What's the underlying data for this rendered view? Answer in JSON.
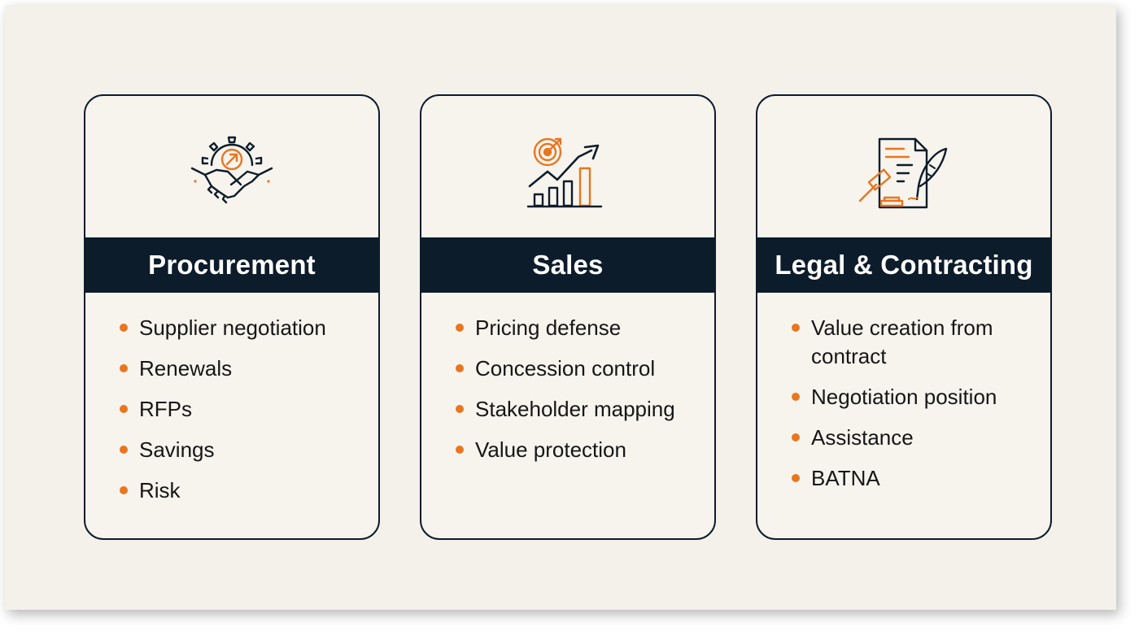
{
  "colors": {
    "background": "#f4f1ea",
    "navy": "#0d1c2a",
    "accent": "#e8761f"
  },
  "cards": [
    {
      "title": "Procurement",
      "icon": "handshake-gear-icon",
      "items": [
        "Supplier negotiation",
        "Renewals",
        "RFPs",
        "Savings",
        "Risk"
      ]
    },
    {
      "title": "Sales",
      "icon": "target-growth-chart-icon",
      "items": [
        "Pricing defense",
        "Concession control",
        "Stakeholder mapping",
        "Value protection"
      ]
    },
    {
      "title": "Legal & Contracting",
      "icon": "contract-gavel-quill-icon",
      "items": [
        "Value creation from contract",
        "Negotiation position",
        "Assistance",
        "BATNA"
      ]
    }
  ]
}
